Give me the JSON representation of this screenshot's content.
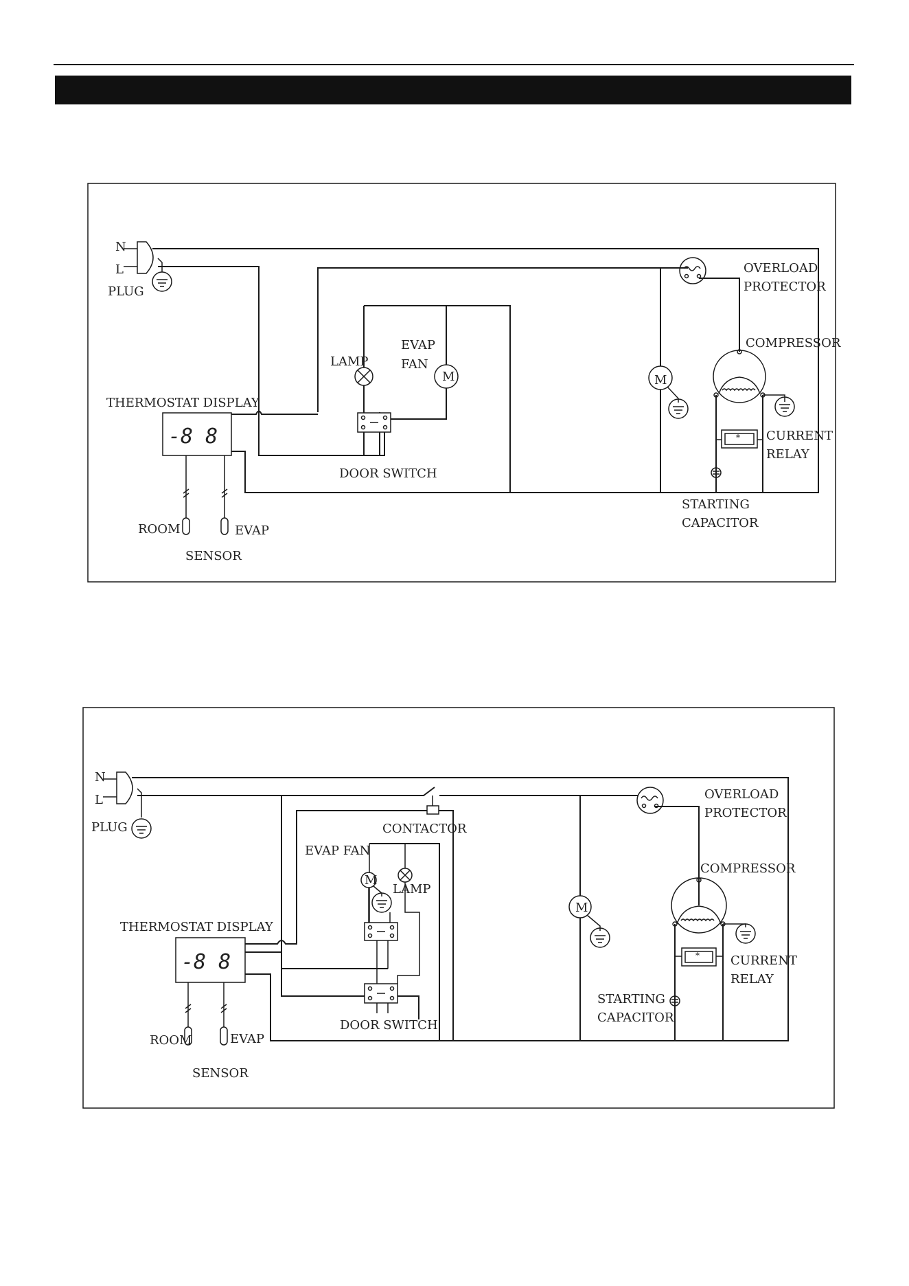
{
  "header": {
    "title": ""
  },
  "diagram1": {
    "labels": {
      "n": "N",
      "l": "L",
      "plug": "PLUG",
      "overload_1": "OVERLOAD",
      "overload_2": "PROTECTOR",
      "compressor": "COMPRESSOR",
      "lamp": "LAMP",
      "evap_fan_1": "EVAP",
      "evap_fan_2": "FAN",
      "motor": "M",
      "fan_motor": "M",
      "thermostat": "THERMOSTAT DISPLAY",
      "lcd": "-8 8",
      "door_switch": "DOOR SWITCH",
      "relay_1": "CURRENT",
      "relay_2": "RELAY",
      "cap_1": "STARTING",
      "cap_2": "CAPACITOR",
      "room": "ROOM",
      "evap": "EVAP",
      "sensor": "SENSOR"
    }
  },
  "diagram2": {
    "labels": {
      "n": "N",
      "l": "L",
      "plug": "PLUG",
      "overload_1": "OVERLOAD",
      "overload_2": "PROTECTOR",
      "compressor": "COMPRESSOR",
      "contactor": "CONTACTOR",
      "evap_fan": "EVAP FAN",
      "lamp": "LAMP",
      "motor": "M",
      "fan_motor": "M",
      "thermostat": "THERMOSTAT DISPLAY",
      "lcd": "-8 8",
      "door_switch": "DOOR SWITCH",
      "relay_1": "CURRENT",
      "relay_2": "RELAY",
      "cap_1": "STARTING",
      "cap_2": "CAPACITOR",
      "room": "ROOM",
      "evap": "EVAP",
      "sensor": "SENSOR"
    }
  }
}
